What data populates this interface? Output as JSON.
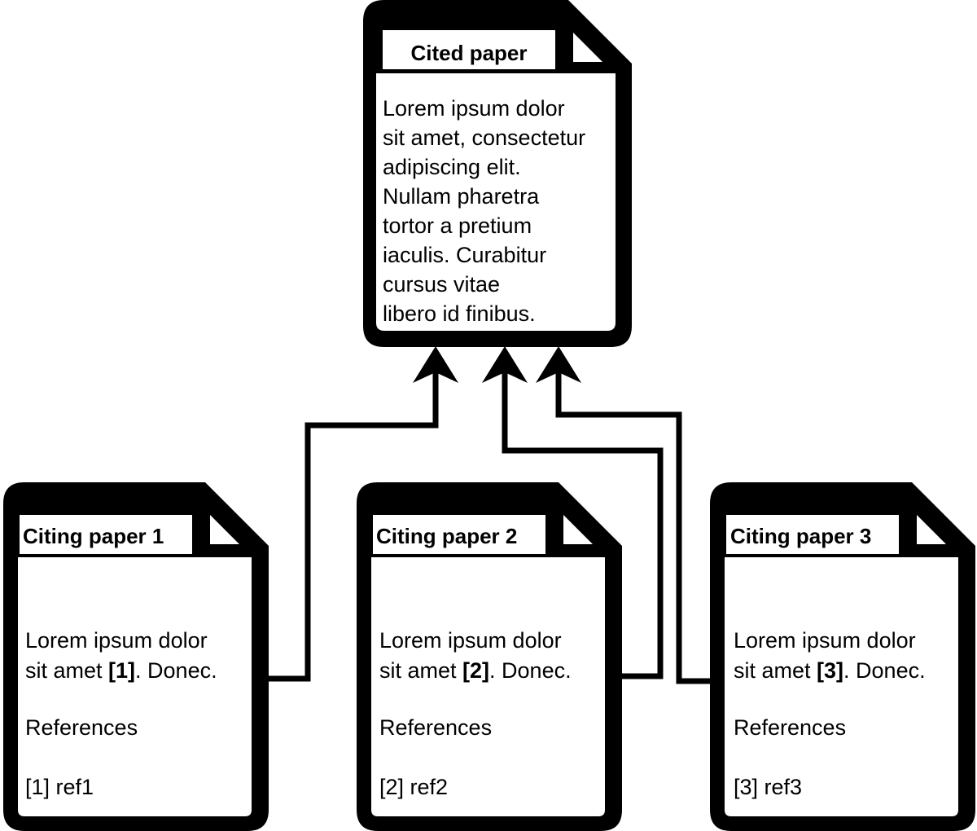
{
  "cited": {
    "title": "Cited paper",
    "lines": [
      "Lorem ipsum dolor",
      "sit amet, consectetur",
      "adipiscing elit.",
      "Nullam pharetra",
      "tortor a pretium",
      "iaculis. Curabitur",
      "cursus vitae",
      "libero id finibus."
    ]
  },
  "citing": [
    {
      "title": "Citing paper 1",
      "line1": "Lorem ipsum dolor",
      "line2_pre": "sit amet ",
      "citation": "[1]",
      "line2_post": ". Donec.",
      "references_heading": "References",
      "reference": "[1] ref1"
    },
    {
      "title": "Citing paper 2",
      "line1": "Lorem ipsum dolor",
      "line2_pre": "sit amet ",
      "citation": "[2]",
      "line2_post": ". Donec.",
      "references_heading": "References",
      "reference": "[2] ref2"
    },
    {
      "title": "Citing paper 3",
      "line1": "Lorem ipsum dolor",
      "line2_pre": "sit amet ",
      "citation": "[3]",
      "line2_post": ". Donec.",
      "references_heading": "References",
      "reference": "[3] ref3"
    }
  ],
  "colors": {
    "stroke": "#000000",
    "fill": "#ffffff"
  }
}
